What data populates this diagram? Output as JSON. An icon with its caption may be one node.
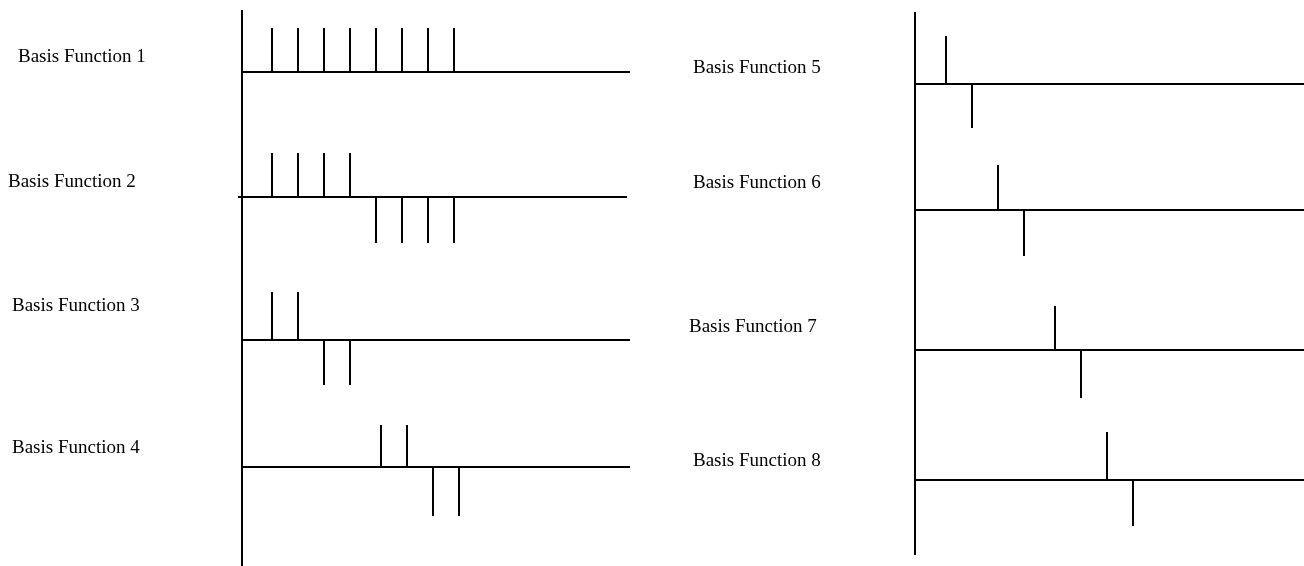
{
  "diagram": {
    "labels": [
      "Basis Function 1",
      "Basis Function 2",
      "Basis Function 3",
      "Basis Function 4",
      "Basis Function 5",
      "Basis Function 6",
      "Basis Function 7",
      "Basis Function 8"
    ]
  }
}
